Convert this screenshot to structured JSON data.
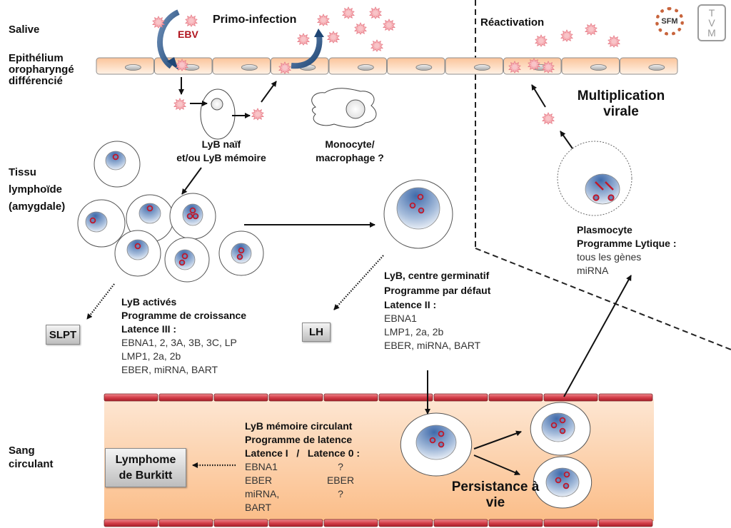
{
  "rows": {
    "salive": "Salive",
    "epithelium": [
      "Epithélium",
      "oropharyngé",
      "différencié"
    ],
    "tissu": [
      "Tissu",
      "lymphoïde",
      "(amygdale)"
    ],
    "sang": [
      "Sang",
      "circulant"
    ]
  },
  "labels": {
    "ebv": "EBV",
    "primo_infection": "Primo-infection",
    "reactivation": "Réactivation",
    "multiplication": [
      "Multiplication",
      "virale"
    ],
    "lyb_naif": [
      "LyB naïf",
      "et/ou LyB mémoire"
    ],
    "monocyte": [
      "Monocyte/",
      "macrophage ?"
    ],
    "persistance": [
      "Persistance à",
      "vie"
    ]
  },
  "logos": {
    "sfm": "SFM",
    "tvm": [
      "T",
      "V",
      "M"
    ]
  },
  "boxes": {
    "slpt": "SLPT",
    "lh": "LH",
    "burkitt": [
      "Lymphome",
      "de Burkitt"
    ]
  },
  "programs": {
    "croissance": {
      "headers": [
        "LyB activés",
        "Programme de croissance",
        "Latence III :"
      ],
      "genes": [
        "EBNA1, 2, 3A, 3B, 3C, LP",
        "LMP1, 2a, 2b",
        "EBER, miRNA, BART"
      ]
    },
    "defaut": {
      "headers": [
        "LyB, centre germinatif",
        "Programme par défaut",
        "Latence II :"
      ],
      "genes": [
        "EBNA1",
        "LMP1, 2a, 2b",
        "EBER, miRNA, BART"
      ]
    },
    "lytique": {
      "headers": [
        "Plasmocyte",
        "Programme Lytique :"
      ],
      "genes": [
        "tous les gènes",
        "miRNA"
      ]
    },
    "latence": {
      "headers": [
        "LyB mémoire circulant",
        "Programme de latence",
        "Latence I   /   Latence 0 :"
      ],
      "latence1": [
        "EBNA1",
        "EBER",
        "miRNA,",
        "BART"
      ],
      "latence0": [
        "?",
        "EBER",
        "?"
      ]
    }
  },
  "colors": {
    "epithelium": "#fbd0a8",
    "blood": "#fcc89a",
    "vessel_wall": "#c8303c",
    "virion": "#f4a3aa",
    "nucleus": "#4f78b8",
    "episome": "#c0182a",
    "arrow_blue": "#274f7f"
  }
}
